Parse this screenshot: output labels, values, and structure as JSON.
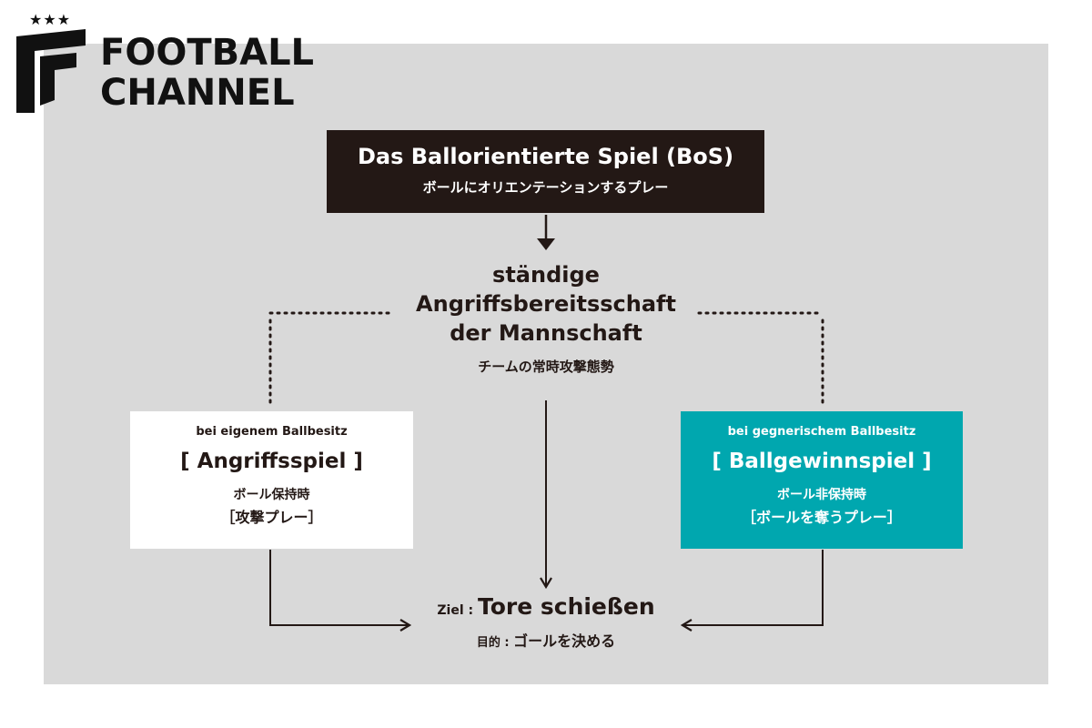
{
  "logo": {
    "stars": "★★★",
    "line1": "FOOTBALL",
    "line2": "CHANNEL"
  },
  "top_box": {
    "title": "Das Ballorientierte Spiel (BoS)",
    "subtitle": "ボールにオリエンテーションするプレー"
  },
  "center": {
    "lines": [
      "ständige",
      "Angriffsbereitsschaft",
      "der Mannschaft"
    ],
    "subtitle": "チームの常時攻撃態勢"
  },
  "left_box": {
    "small": "bei eigenem Ballbesitz",
    "title": "[ Angriffsspiel ]",
    "jp1": "ボール保持時",
    "jp2": "［攻撃プレー］"
  },
  "right_box": {
    "small": "bei gegnerischem Ballbesitz",
    "title": "[ Ballgewinnspiel ]",
    "jp1": "ボール非保持時",
    "jp2": "［ボールを奪うプレー］"
  },
  "goal": {
    "prefix": "Ziel : ",
    "main": "Tore schießen",
    "sub_prefix": "目的 : ",
    "sub_main": "ゴールを決める"
  },
  "colors": {
    "panel": "#d9d9d9",
    "dark": "#231815",
    "teal": "#00a7af",
    "white": "#ffffff"
  }
}
